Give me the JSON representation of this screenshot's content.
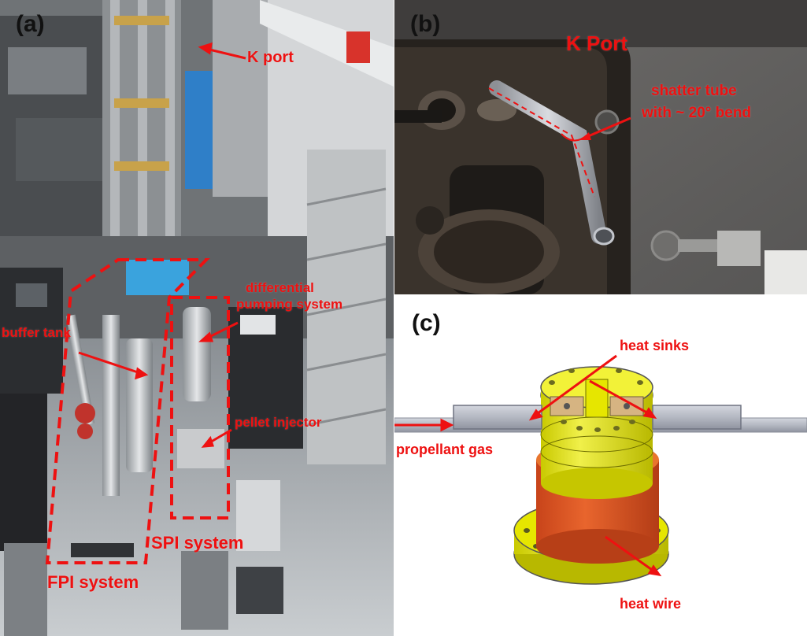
{
  "panels": [
    {
      "letter": "(a)",
      "labels": {
        "k_port": "K port",
        "differential_line1": "differential",
        "differential_line2": "pumping system",
        "buffer_tank": "buffer tank",
        "pellet_injector": "pellet injector",
        "spi_system": "SPI system",
        "fpi_system": "FPI system"
      }
    },
    {
      "letter": "(b)",
      "labels": {
        "k_port": "K Port",
        "shatter_line1": "shatter tube",
        "shatter_line2": "with ~ 20° bend"
      }
    },
    {
      "letter": "(c)",
      "labels": {
        "heat_sinks": "heat sinks",
        "propellant_gas": "propellant gas",
        "heat_wire": "heat wire"
      }
    }
  ],
  "colors": {
    "annotation_red": "#ee1111",
    "model_yellow": "#e6e600",
    "model_orange": "#e2551c",
    "tube_gray": "#b9bcc4"
  }
}
